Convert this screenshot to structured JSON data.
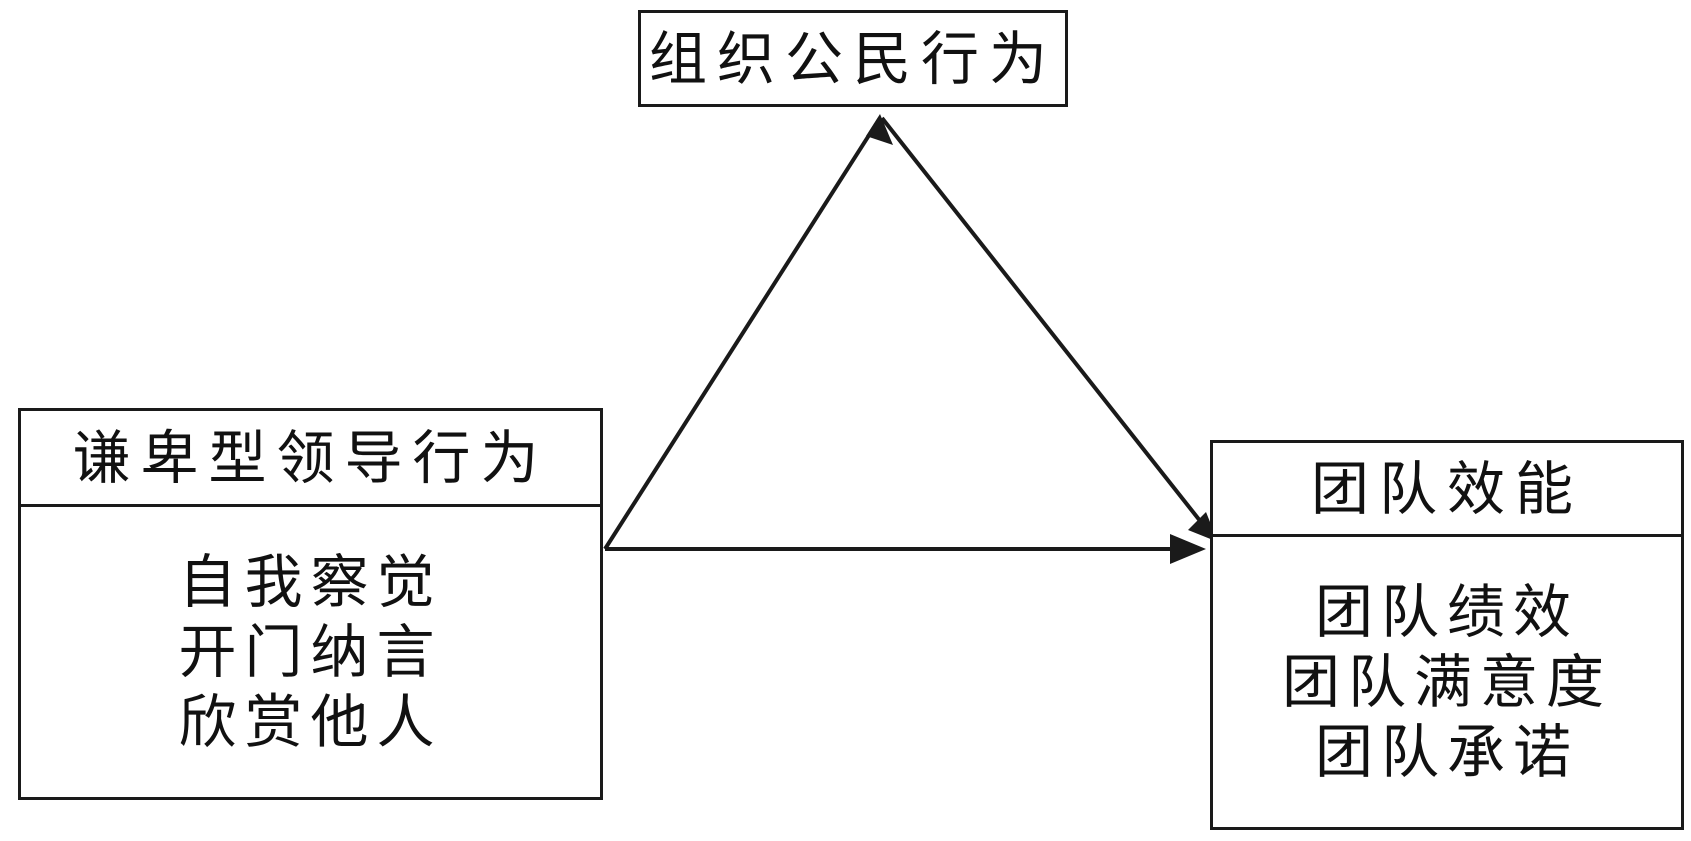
{
  "diagram": {
    "mediator": {
      "title": "组织公民行为"
    },
    "independent": {
      "title": "谦卑型领导行为",
      "items": [
        "自我察觉",
        "开门纳言",
        "欣赏他人"
      ]
    },
    "dependent": {
      "title": "团队效能",
      "items": [
        "团队绩效",
        "团队满意度",
        "团队承诺"
      ]
    },
    "arrows": [
      {
        "from": "independent",
        "to": "mediator"
      },
      {
        "from": "mediator",
        "to": "dependent"
      },
      {
        "from": "independent",
        "to": "dependent"
      }
    ],
    "colors": {
      "line": "#1a1a1a",
      "background": "#ffffff"
    }
  }
}
